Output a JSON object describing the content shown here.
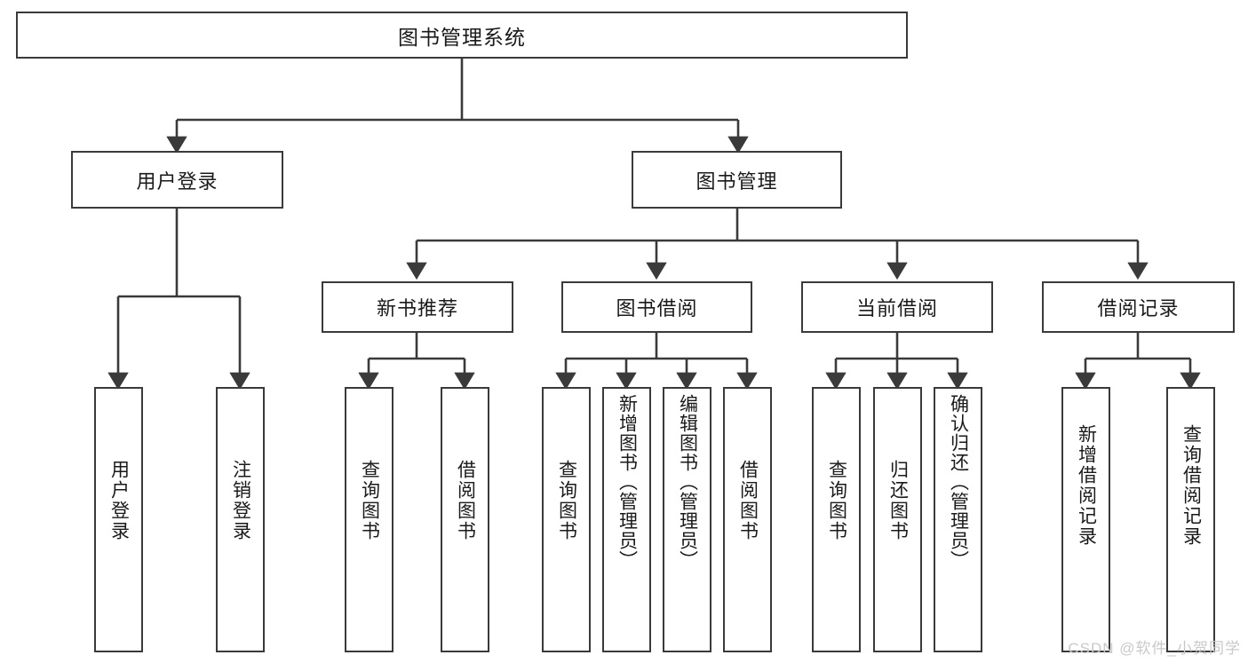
{
  "diagram": {
    "title": "图书管理系统",
    "root": {
      "label": "图书管理系统"
    },
    "level1": [
      {
        "label": "用户登录"
      },
      {
        "label": "图书管理"
      }
    ],
    "level2": [
      {
        "label": "新书推荐"
      },
      {
        "label": "图书借阅"
      },
      {
        "label": "当前借阅"
      },
      {
        "label": "借阅记录"
      }
    ],
    "leaves": [
      {
        "label": "用户登录"
      },
      {
        "label": "注销登录"
      },
      {
        "label": "查询图书"
      },
      {
        "label": "借阅图书"
      },
      {
        "label": "查询图书"
      },
      {
        "label": "新增图书（管理员）"
      },
      {
        "label": "编辑图书（管理员）"
      },
      {
        "label": "借阅图书"
      },
      {
        "label": "查询图书"
      },
      {
        "label": "归还图书"
      },
      {
        "label": "确认归还（管理员）"
      },
      {
        "label": "新增借阅记录"
      },
      {
        "label": "查询借阅记录"
      }
    ],
    "watermark": "CSDN @软件_小贺同学",
    "colors": {
      "border": "#3a3a3a",
      "text": "#1a1a1a",
      "background": "#ffffff",
      "watermark": "#c9c9c9"
    }
  }
}
